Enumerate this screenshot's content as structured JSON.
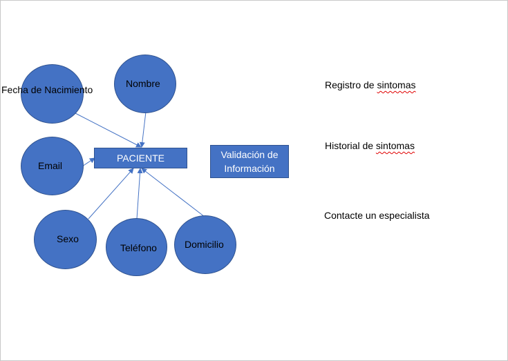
{
  "diagram": {
    "center_entity": "PACIENTE",
    "validation_box": {
      "line1": "Validación de",
      "line2": "Información"
    },
    "attributes": {
      "fecha_nacimiento": "Fecha de Nacimiento",
      "nombre": "Nombre",
      "email": "Email",
      "sexo": "Sexo",
      "telefono": "Teléfono",
      "domicilio": "Domicilio"
    },
    "options": {
      "registro_prefix": "Registro de ",
      "registro_word": "sintomas",
      "historial_prefix": "Historial de ",
      "historial_word": "sintomas",
      "contacte": "Contacte un especialista"
    },
    "colors": {
      "shape_fill": "#4472c4",
      "shape_border": "#2f528f",
      "connector": "#4472c4"
    }
  }
}
